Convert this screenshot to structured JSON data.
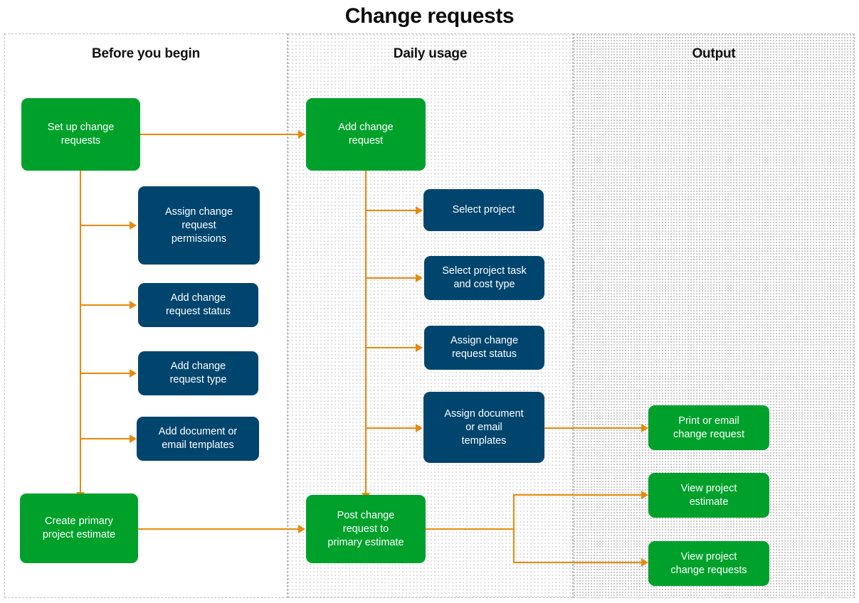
{
  "title": "Change requests",
  "colors": {
    "green": "#00a12b",
    "blue": "#00456e",
    "connector": "#e8890c",
    "lane_border": "#bdbdbd",
    "title_text": "#0b0b0b"
  },
  "chart_data": {
    "type": "diagram",
    "title": "Change requests",
    "lanes": [
      {
        "id": "before",
        "label": "Before you begin"
      },
      {
        "id": "daily",
        "label": "Daily usage"
      },
      {
        "id": "output",
        "label": "Output"
      }
    ],
    "nodes": [
      {
        "id": "n1",
        "lane": "before",
        "style": "green",
        "label": "Set up change\nrequests"
      },
      {
        "id": "n2",
        "lane": "before",
        "style": "blue",
        "label": "Assign change\nrequest\npermissions"
      },
      {
        "id": "n3",
        "lane": "before",
        "style": "blue",
        "label": "Add change\nrequest status"
      },
      {
        "id": "n4",
        "lane": "before",
        "style": "blue",
        "label": "Add change\nrequest type"
      },
      {
        "id": "n5",
        "lane": "before",
        "style": "blue",
        "label": "Add document or\nemail templates"
      },
      {
        "id": "n6",
        "lane": "before",
        "style": "green",
        "label": "Create primary\nproject estimate"
      },
      {
        "id": "n7",
        "lane": "daily",
        "style": "green",
        "label": "Add change\nrequest"
      },
      {
        "id": "n8",
        "lane": "daily",
        "style": "blue",
        "label": "Select project"
      },
      {
        "id": "n9",
        "lane": "daily",
        "style": "blue",
        "label": "Select project task\nand cost type"
      },
      {
        "id": "n10",
        "lane": "daily",
        "style": "blue",
        "label": "Assign change\nrequest status"
      },
      {
        "id": "n11",
        "lane": "daily",
        "style": "blue",
        "label": "Assign document\nor email\ntemplates"
      },
      {
        "id": "n12",
        "lane": "daily",
        "style": "green",
        "label": "Post change\nrequest to\nprimary estimate"
      },
      {
        "id": "n13",
        "lane": "output",
        "style": "green",
        "label": "Print or email\nchange request"
      },
      {
        "id": "n14",
        "lane": "output",
        "style": "green",
        "label": "View project\nestimate"
      },
      {
        "id": "n15",
        "lane": "output",
        "style": "green",
        "label": "View project\nchange requests"
      }
    ],
    "edges": [
      {
        "from": "n1",
        "to": "n7"
      },
      {
        "from": "n1",
        "to": "n2"
      },
      {
        "from": "n1",
        "to": "n3"
      },
      {
        "from": "n1",
        "to": "n4"
      },
      {
        "from": "n1",
        "to": "n5"
      },
      {
        "from": "n1",
        "to": "n6"
      },
      {
        "from": "n6",
        "to": "n12"
      },
      {
        "from": "n7",
        "to": "n8"
      },
      {
        "from": "n7",
        "to": "n9"
      },
      {
        "from": "n7",
        "to": "n10"
      },
      {
        "from": "n7",
        "to": "n11"
      },
      {
        "from": "n7",
        "to": "n12"
      },
      {
        "from": "n11",
        "to": "n13"
      },
      {
        "from": "n12",
        "to": "n14"
      },
      {
        "from": "n12",
        "to": "n15"
      }
    ]
  }
}
